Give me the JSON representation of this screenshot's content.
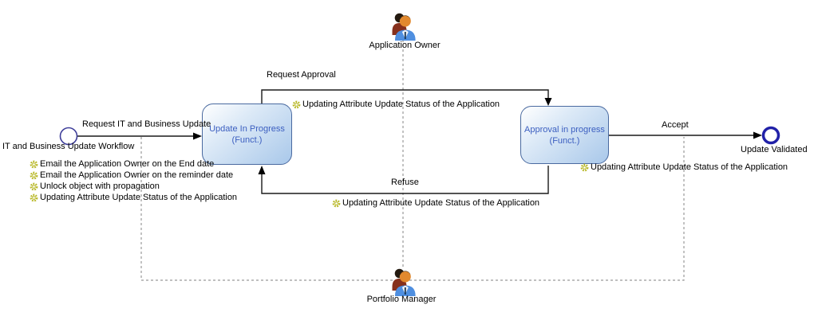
{
  "workflow": {
    "start_label": "IT and Business Update Workflow",
    "end_label": "Update Validated",
    "states": [
      {
        "name": "Update In Progress",
        "qualifier": "(Funct.)"
      },
      {
        "name": "Approval in progress",
        "qualifier": "(Funct.)"
      }
    ],
    "transitions": {
      "request_update": "Request IT and Business Update",
      "request_approval": "Request Approval",
      "accept": "Accept",
      "refuse": "Refuse"
    },
    "actors": [
      {
        "label": "Application Owner"
      },
      {
        "label": "Portfolio Manager"
      }
    ],
    "start_actions": [
      "Email the Application Owner on the End date",
      "Email the Application Owner on the reminder date",
      "Unlock object with propagation",
      "Updating Attribute Update Status of the Application"
    ],
    "transition_actions": {
      "request_approval": "Updating Attribute Update Status of the Application",
      "accept": "Updating Attribute Update Status of the Application",
      "refuse": "Updating Attribute Update Status of the Application"
    },
    "colors": {
      "state_border": "#4a6aa0",
      "state_text": "#3c5fc0",
      "state_fill_light": "#ffffff",
      "state_fill_dark": "#a9c8ea",
      "gear": "#b9b92a",
      "dashed_line": "#999999",
      "solid_line": "#1a1a1a",
      "start_circle": "#3d3d99",
      "end_circle": "#2121a8",
      "suit_blue": "#4f8fe0"
    }
  }
}
